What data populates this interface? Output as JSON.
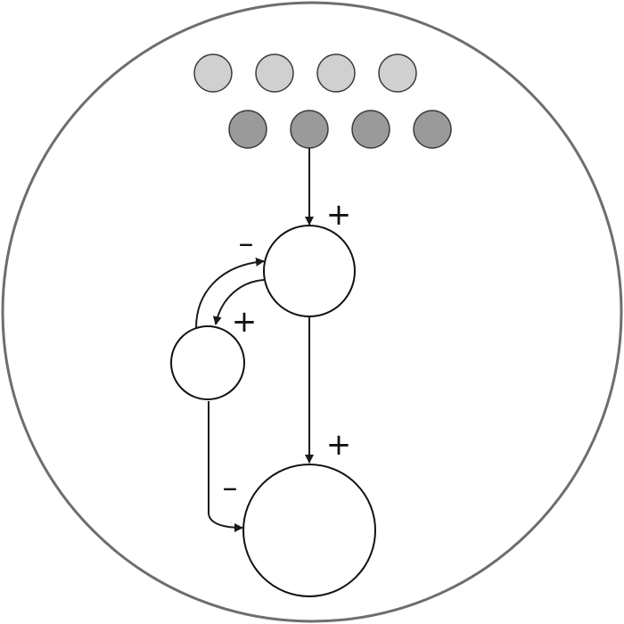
{
  "colors": {
    "frame": "#6e6e6e",
    "top_row_dots": "#d0d0d0",
    "bottom_row_dots": "#9a9a9a",
    "dot_outline": "#3a3a3a",
    "node_fill": "#ffffff",
    "node_outline": "#111111",
    "edge": "#1a1a1a"
  },
  "dots": {
    "top_row_count": 4,
    "bottom_row_count": 4
  },
  "nodes": [
    {
      "id": "upper",
      "label": ""
    },
    {
      "id": "left",
      "label": ""
    },
    {
      "id": "lower",
      "label": ""
    }
  ],
  "edges": [
    {
      "from": "bottom-row-dot-2",
      "to": "upper",
      "sign": "+"
    },
    {
      "from": "left",
      "to": "upper",
      "sign": "–"
    },
    {
      "from": "upper",
      "to": "left",
      "sign": "+"
    },
    {
      "from": "upper",
      "to": "lower",
      "sign": "+"
    },
    {
      "from": "left",
      "to": "lower",
      "sign": "–"
    }
  ]
}
